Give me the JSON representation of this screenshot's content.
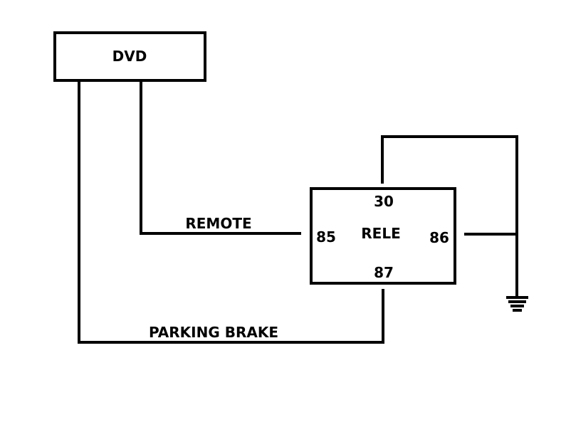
{
  "diagram": {
    "dvd_label": "DVD",
    "relay": {
      "name": "RELE",
      "pin_30": "30",
      "pin_85": "85",
      "pin_86": "86",
      "pin_87": "87"
    },
    "wires": {
      "remote_label": "REMOTE",
      "parking_brake_label": "PARKING BRAKE"
    },
    "ground_icon": "ground-symbol-icon",
    "colors": {
      "line": "#000000",
      "background": "#ffffff"
    }
  }
}
